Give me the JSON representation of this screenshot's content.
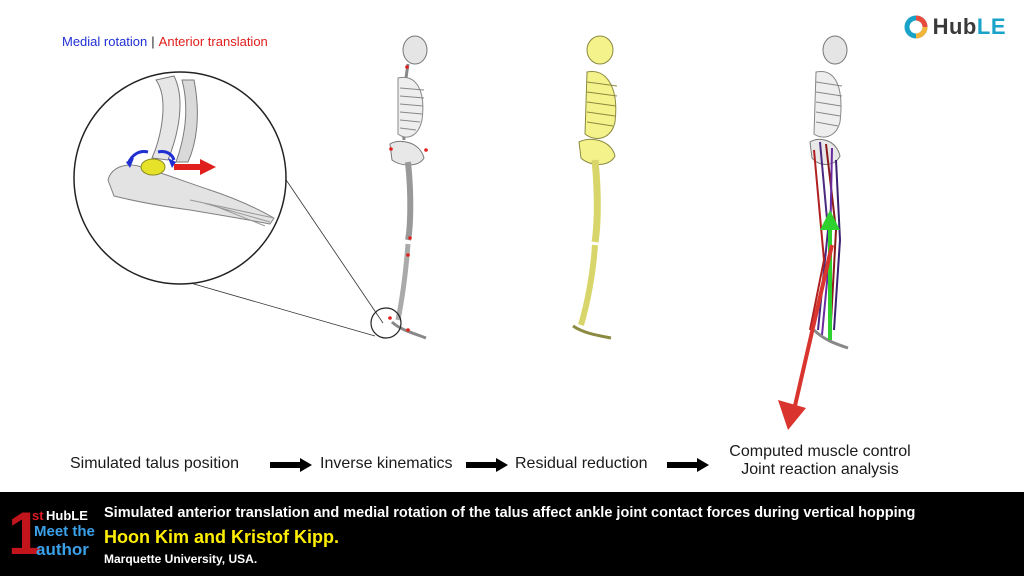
{
  "legend": {
    "medial": "Medial rotation",
    "separator": "|",
    "anterior": "Anterior translation"
  },
  "logo": {
    "text_hub": "Hub",
    "text_le": "LE",
    "icon": "hub-le-ring-icon"
  },
  "pipeline": {
    "steps": [
      {
        "label": "Simulated talus position"
      },
      {
        "label": "Inverse kinematics"
      },
      {
        "label": "Residual reduction"
      },
      {
        "label_line1": "Computed muscle control",
        "label_line2": "Joint reaction analysis"
      }
    ],
    "arrow_icon": "right-arrow-icon"
  },
  "banner": {
    "title": "Simulated anterior translation and medial rotation of the talus affect ankle joint contact forces during vertical hopping",
    "authors": "Hoon Kim and Kristof Kipp.",
    "affiliation": "Marquette University, USA.",
    "badge": {
      "number": "1",
      "st": "st",
      "hub": "HubLE",
      "line1": "Meet the",
      "line2": "author"
    }
  },
  "colors": {
    "medial_blue": "#1f2fd1",
    "anterior_red": "#e0201c",
    "highlight_yellow": "#f4f28a",
    "force_green": "#2fd12f",
    "force_red": "#d9352e",
    "muscle_purple": "#4a2a80",
    "banner_bg": "#000000",
    "author_yellow": "#ffee00"
  }
}
